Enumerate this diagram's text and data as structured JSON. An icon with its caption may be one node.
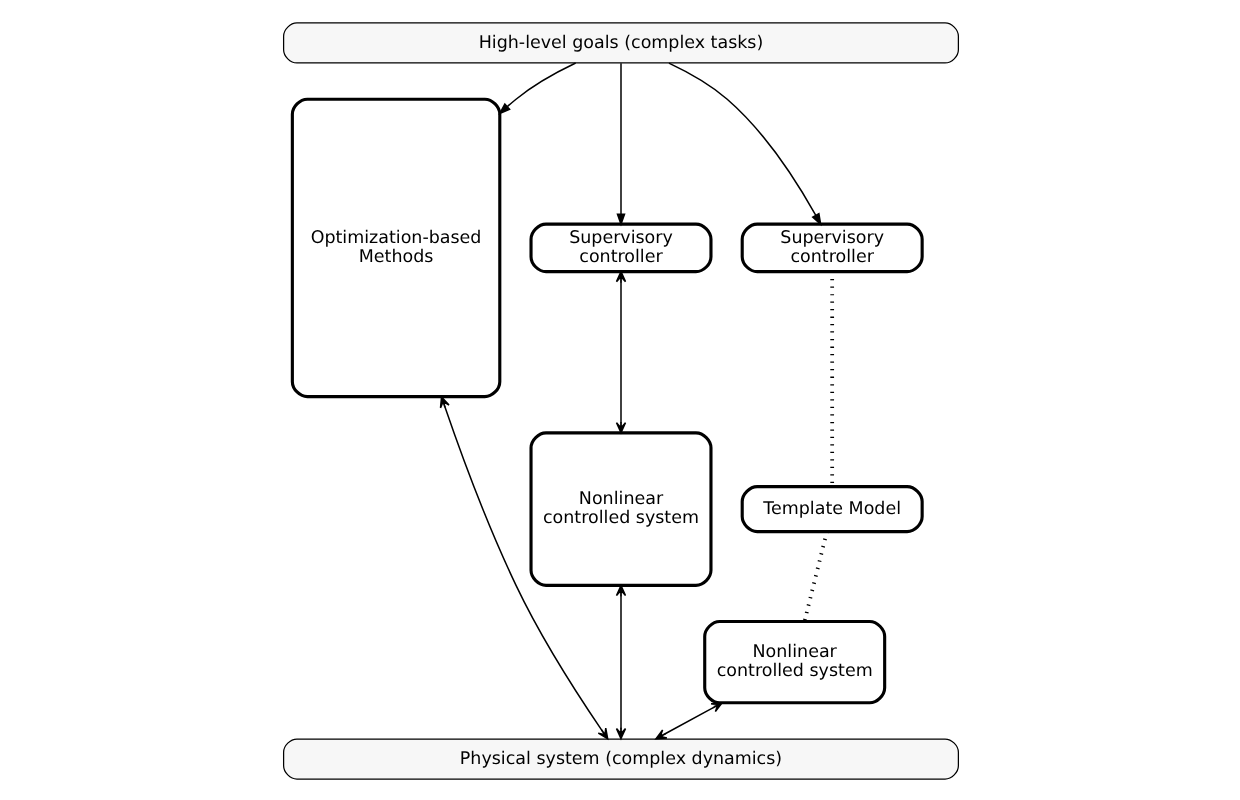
{
  "diagram": {
    "nodes": [
      {
        "text": [
          "High-level goals (complex tasks)"
        ]
      },
      {
        "text": [
          "Optimization-based Methods"
        ]
      },
      {
        "text": [
          "Supervisory controller"
        ]
      },
      {
        "text": [
          "Nonlinear controlled system"
        ]
      },
      {
        "text": [
          "Supervisory controller"
        ]
      },
      {
        "text": [
          "Template Model"
        ]
      },
      {
        "text": [
          "Nonlinear controlled system"
        ]
      },
      {
        "text": [
          "Physical system (complex dynamics)"
        ]
      }
    ],
    "edges": [
      {
        "from": 0,
        "to": 1,
        "arrow": "to"
      },
      {
        "from": 0,
        "to": 2,
        "arrow": "to"
      },
      {
        "from": 0,
        "to": 4,
        "arrow": "to"
      },
      {
        "from": 2,
        "to": 3,
        "arrow": "both"
      },
      {
        "from": 4,
        "to": 5,
        "arrow": "none",
        "style": "dashed"
      },
      {
        "from": 5,
        "to": 6,
        "arrow": "none",
        "style": "dashed"
      },
      {
        "from": 1,
        "to": 7,
        "arrow": "both"
      },
      {
        "from": 3,
        "to": 7,
        "arrow": "both"
      },
      {
        "from": 6,
        "to": 7,
        "arrow": "both"
      }
    ]
  }
}
